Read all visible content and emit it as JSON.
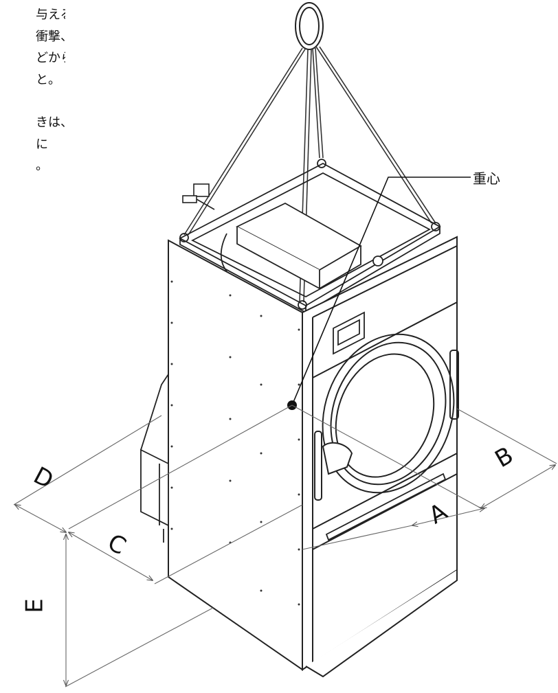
{
  "text_lines": [
    "与える",
    "衝撃、",
    "どから",
    "と。",
    "",
    "きは、",
    "に",
    "。"
  ],
  "labels": {
    "center_of_gravity": "重心",
    "dim_a": "A",
    "dim_b": "B",
    "dim_c": "C",
    "dim_d": "D",
    "dim_e": "E"
  }
}
